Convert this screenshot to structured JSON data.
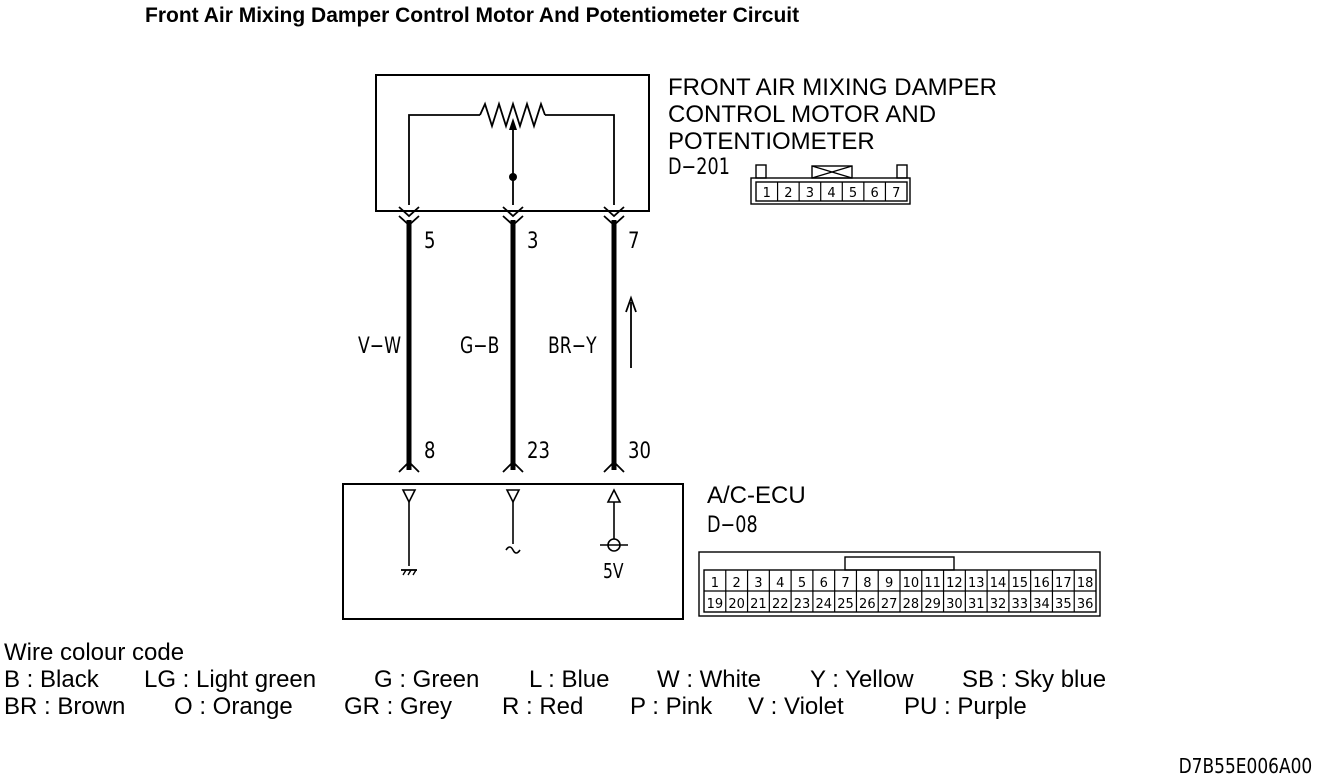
{
  "title": "Front Air Mixing Damper Control Motor And Potentiometer Circuit",
  "component_top": {
    "label_lines": [
      "FRONT AIR MIXING DAMPER",
      "CONTROL MOTOR AND",
      "POTENTIOMETER"
    ],
    "connector": "D−201",
    "connector_pins": [
      "1",
      "2",
      "3",
      "4",
      "5",
      "6",
      "7"
    ]
  },
  "component_bottom": {
    "label": "A/C-ECU",
    "connector": "D−08",
    "connector_pins_row1": [
      "1",
      "2",
      "3",
      "4",
      "5",
      "6",
      "7",
      "8",
      "9",
      "10",
      "11",
      "12",
      "13",
      "14",
      "15",
      "16",
      "17",
      "18"
    ],
    "connector_pins_row2": [
      "19",
      "20",
      "21",
      "22",
      "23",
      "24",
      "25",
      "26",
      "27",
      "28",
      "29",
      "30",
      "31",
      "32",
      "33",
      "34",
      "35",
      "36"
    ],
    "supply_label": "5V"
  },
  "wires": [
    {
      "color": "V−W",
      "top_pin": "5",
      "bottom_pin": "8"
    },
    {
      "color": "G−B",
      "top_pin": "3",
      "bottom_pin": "23"
    },
    {
      "color": "BR−Y",
      "top_pin": "7",
      "bottom_pin": "30"
    }
  ],
  "legend": {
    "heading": "Wire colour code",
    "row1": [
      "B : Black",
      "LG : Light green",
      "G : Green",
      "L : Blue",
      "W : White",
      "Y : Yellow",
      "SB : Sky blue"
    ],
    "row2": [
      "BR : Brown",
      "O : Orange",
      "GR : Grey",
      "R : Red",
      "P : Pink",
      "V : Violet",
      "PU : Purple"
    ]
  },
  "figure_code": "D7B55E006A00"
}
